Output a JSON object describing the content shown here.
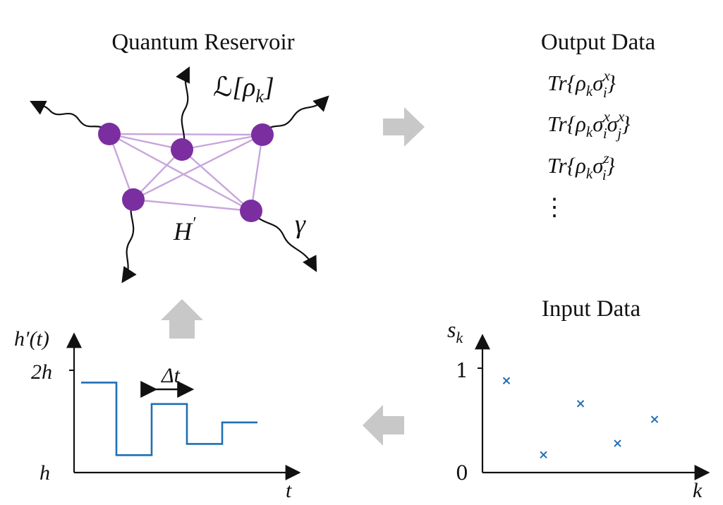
{
  "titles": {
    "reservoir": "Quantum Reservoir",
    "output": "Output Data",
    "input": "Input Data"
  },
  "reservoir": {
    "lindblad_script": "ℒ",
    "lindblad_arg": "[ρ",
    "lindblad_sub": "k",
    "lindblad_close": "]",
    "hamiltonian": "H",
    "hamiltonian_prime": "′",
    "gamma": "γ"
  },
  "output_items": [
    {
      "pre": "Tr{ρ",
      "sub1": "k",
      "mid": "σ",
      "sup1": "x",
      "sub2": "i",
      "tail": "",
      "sup3": "",
      "sub3": "",
      "end": "}"
    },
    {
      "pre": "Tr{ρ",
      "sub1": "k",
      "mid": "σ",
      "sup1": "x",
      "sub2": "i",
      "tail": "σ",
      "sup3": "x",
      "sub3": "j",
      "end": "}"
    },
    {
      "pre": "Tr{ρ",
      "sub1": "k",
      "mid": "σ",
      "sup1": "z",
      "sub2": "i",
      "tail": "",
      "sup3": "",
      "sub3": "",
      "end": "}"
    }
  ],
  "output_ellipsis": "⋮",
  "colors": {
    "node": "#7b2ea0",
    "edge": "#c7a6dc",
    "signal": "#1f6fb5",
    "arrow": "#c8c8c8"
  },
  "chart_data": [
    {
      "type": "line",
      "step": true,
      "ylabel": "h′(t)",
      "xlabel": "t",
      "ytick_labels": [
        "2h",
        "h"
      ],
      "ytick_values": [
        2,
        1
      ],
      "interval_label": "Δt",
      "x": [
        0,
        1,
        2,
        3,
        4,
        5
      ],
      "y": [
        1.88,
        1.17,
        1.67,
        1.28,
        1.49
      ],
      "ylim": [
        1,
        2.1
      ]
    },
    {
      "type": "scatter",
      "marker": "x",
      "ylabel": "s",
      "ylabel_sub": "k",
      "xlabel": "k",
      "ytick_labels": [
        "1",
        "0"
      ],
      "yticks": [
        1,
        0
      ],
      "x": [
        1,
        2,
        3,
        4,
        5
      ],
      "y": [
        0.88,
        0.17,
        0.66,
        0.28,
        0.51
      ],
      "ylim": [
        0,
        1.3
      ]
    }
  ]
}
